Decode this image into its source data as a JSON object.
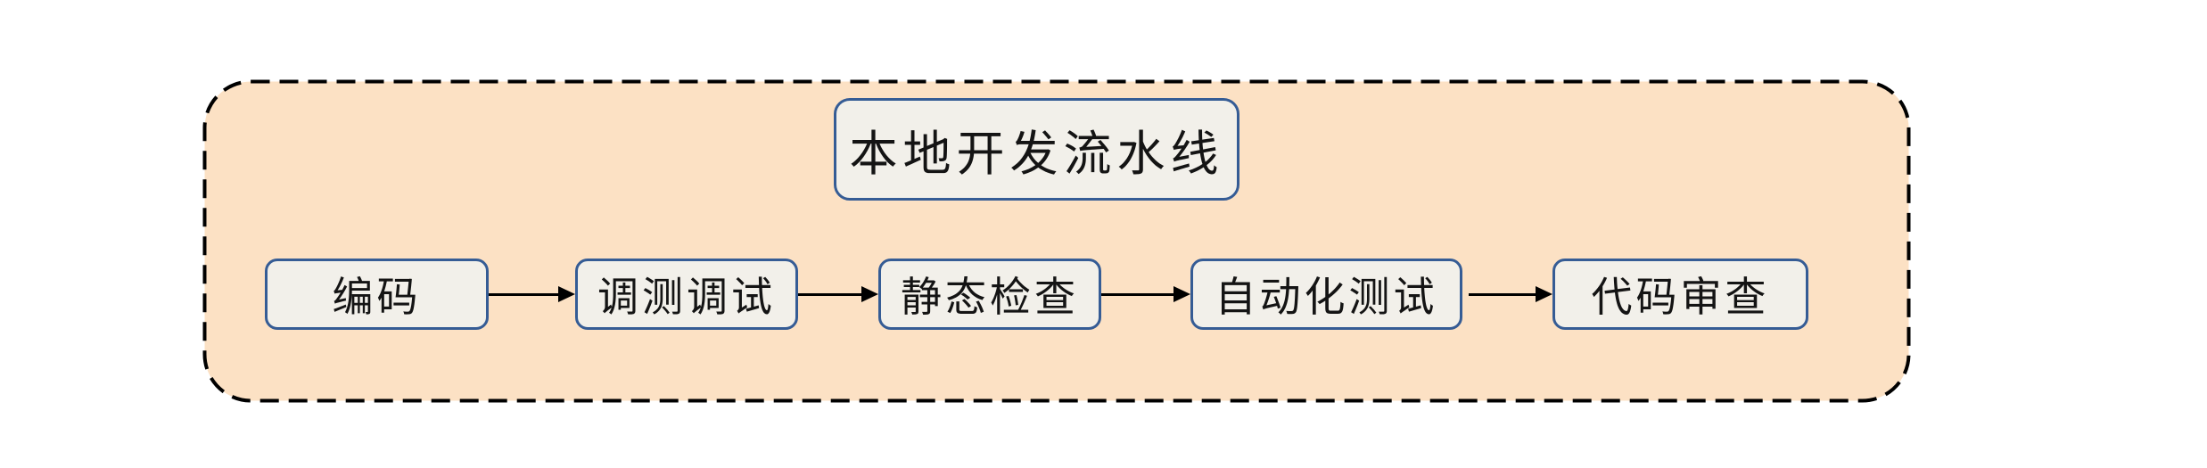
{
  "diagram": {
    "title": "本地开发流水线",
    "nodes": [
      "编码",
      "调测调试",
      "静态检查",
      "自动化测试",
      "代码审查"
    ],
    "colors": {
      "container_fill": "#fce1c4",
      "container_border": "#000000",
      "node_fill": "#f2f0ea",
      "node_border": "#355c95",
      "arrow": "#000000",
      "text": "#141414"
    }
  }
}
